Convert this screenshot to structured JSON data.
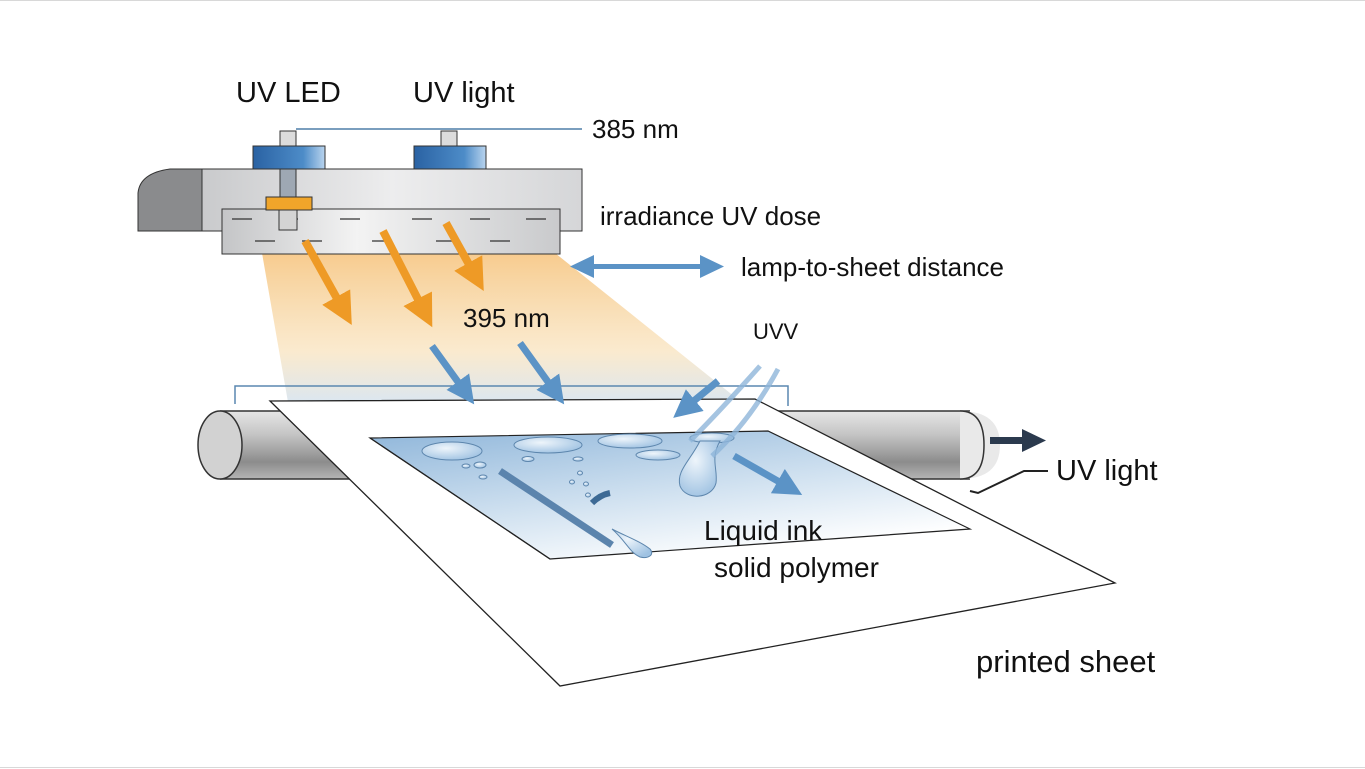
{
  "diagram": {
    "title": "UV curing of printed sheet",
    "labels": {
      "uv_led": "UV LED",
      "uv_light_top": "UV light",
      "wavelength_385": "385 nm",
      "irradiance": "irradiance UV dose",
      "distance": "lamp-to-sheet distance",
      "wavelength_395": "395 nm",
      "uvv": "UVV",
      "uv_light_right": "UV light",
      "liquid_ink": "Liquid ink",
      "solid_polymer": "solid polymer",
      "printed_sheet": "printed sheet"
    },
    "colors": {
      "lamp_housing": "#d9dadc",
      "lamp_end": "#8a8b8d",
      "led_blue": "#2f6fb0",
      "led_emitter": "#f0a52a",
      "beam_orange": "#f3b860",
      "beam_blue": "#a9c8e6",
      "arrow_orange": "#ee9a26",
      "arrow_blue": "#5b93c6",
      "roller_gray": "#9c9c9c",
      "ink_blue": "#8fb6da",
      "text": "#111111",
      "direction_arrow": "#2b3a4e"
    }
  }
}
